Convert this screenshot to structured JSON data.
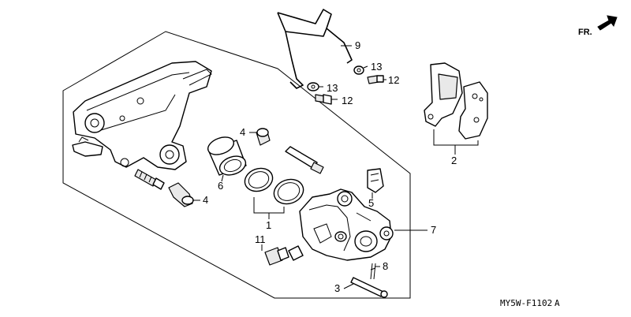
{
  "diagram": {
    "code": "MY5W-F1102",
    "code_suffix": "A",
    "direction": "FR.",
    "callouts": {
      "c1": "1",
      "c2": "2",
      "c3": "3",
      "c4a": "4",
      "c4b": "4",
      "c5": "5",
      "c6": "6",
      "c7": "7",
      "c8": "8",
      "c9": "9",
      "c11": "11",
      "c12a": "12",
      "c12b": "12",
      "c13a": "13",
      "c13b": "13"
    }
  }
}
